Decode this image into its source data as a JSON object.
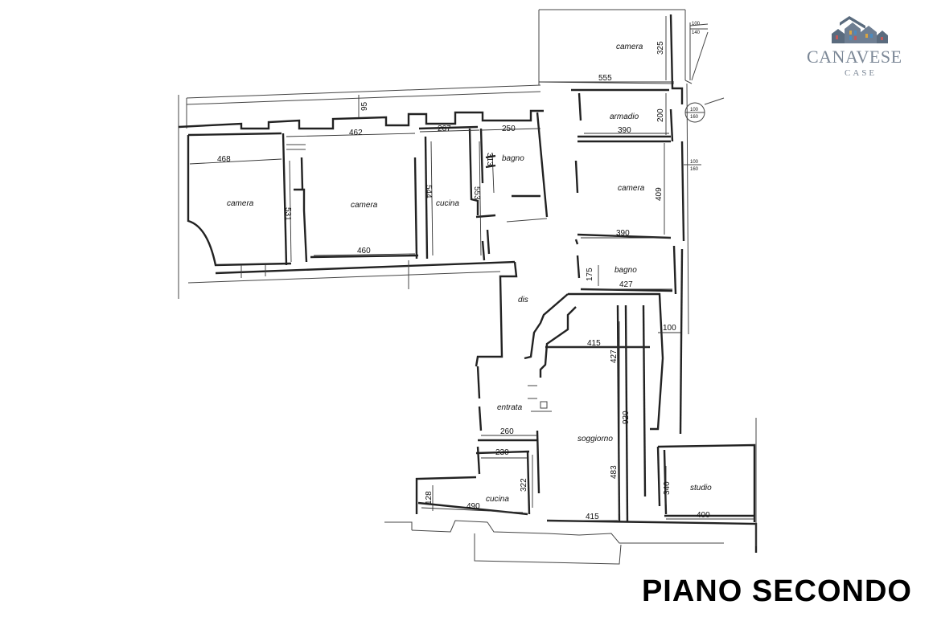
{
  "floor": {
    "title": "PIANO SECONDO"
  },
  "logo": {
    "name": "CANAVESE",
    "sub": "CASE",
    "icon": "houses-logo-icon",
    "colors": [
      "#5a6b7e",
      "#c05a5a",
      "#d9a441",
      "#4b8bc0"
    ]
  },
  "rooms": [
    {
      "id": "camera-top",
      "label": "camera"
    },
    {
      "id": "armadio",
      "label": "armadio"
    },
    {
      "id": "camera-right",
      "label": "camera"
    },
    {
      "id": "bagno-right",
      "label": "bagno"
    },
    {
      "id": "camera-left",
      "label": "camera"
    },
    {
      "id": "camera-mid",
      "label": "camera"
    },
    {
      "id": "cucina-top",
      "label": "cucina"
    },
    {
      "id": "bagno-top",
      "label": "bagno"
    },
    {
      "id": "dis",
      "label": "dis"
    },
    {
      "id": "entrata",
      "label": "entrata"
    },
    {
      "id": "soggiorno",
      "label": "soggiorno"
    },
    {
      "id": "cucina-bottom",
      "label": "cucina"
    },
    {
      "id": "studio",
      "label": "studio"
    }
  ],
  "dimensions": [
    "325",
    "555",
    "200",
    "390",
    "409",
    "390",
    "175",
    "427",
    "100",
    "95",
    "462",
    "267",
    "250",
    "468",
    "531",
    "544",
    "553",
    "313",
    "460",
    "415",
    "427",
    "920",
    "260",
    "230",
    "322",
    "483",
    "340",
    "128",
    "490",
    "415",
    "400"
  ],
  "window_notes": [
    {
      "top": "100",
      "bottom": "140"
    },
    {
      "top": "100",
      "bottom": "160"
    },
    {
      "top": "100",
      "bottom": "160"
    }
  ]
}
